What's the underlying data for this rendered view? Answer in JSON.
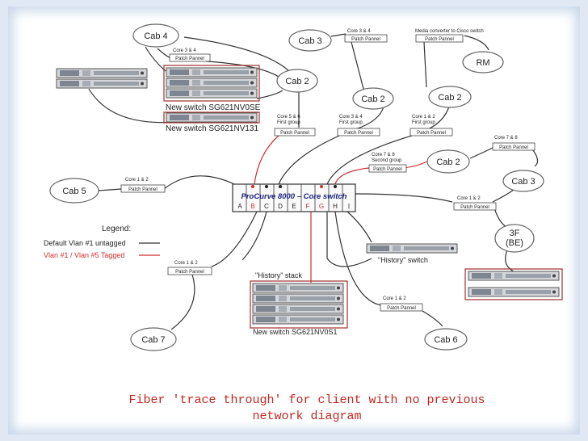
{
  "caption": {
    "line1": "Fiber 'trace through' for client with no previous",
    "line2": "network diagram"
  },
  "colors": {
    "default_vlan": "#333333",
    "tagged_vlan": "#d32f2f",
    "caption": "#c2261f",
    "switch_title": "#1a237e",
    "device_panel": "#a03030"
  },
  "switch": {
    "title": "ProCurve 8000 – Core switch",
    "ports": [
      "A",
      "B",
      "C",
      "D",
      "E",
      "F",
      "G",
      "H",
      "I"
    ]
  },
  "legend": {
    "title": "Legend:",
    "default_label": "Default Vlan #1 untagged",
    "tagged_label": "Vlan #1 / Vlan #5 Tagged"
  },
  "cabs": {
    "cab4": "Cab 4",
    "cab3_top": "Cab 3",
    "rm": "RM",
    "cab2_a": "Cab 2",
    "cab2_b": "Cab 2",
    "cab2_c": "Cab 2",
    "cab2_d": "Cab 2",
    "cab5": "Cab 5",
    "cab3_right": "Cab 3",
    "f3_line1": "3F",
    "f3_line2": "(BE)",
    "cab7": "Cab 7",
    "cab6": "Cab 6"
  },
  "panels": {
    "cab4_core": "Core 3 & 4",
    "cab3_core": "Core 3 & 4",
    "media": "Media converter to Cisco switch",
    "c56_1": "Core 5 & 6",
    "c56_2": "First group",
    "c34_1": "Core 3 & 4",
    "c34_2": "First group",
    "c12_1": "Core 1 & 2",
    "c12_2": "First group",
    "c78_top": "Core 7 & 8",
    "c78s_1": "Core 7 & 8",
    "c78s_2": "Second group",
    "cab5_core": "Core 1 & 2",
    "c12_right": "Core 1 & 2",
    "cab7_core": "Core 1 & 2",
    "cab6_core": "Core 1 & 2",
    "label": "Patch Pannel"
  },
  "labels": {
    "switch_se": "New switch SG621NV0SE",
    "switch_131": "New switch SG621NV131",
    "history_switch": "\"History\" switch",
    "history_stack": "\"History\" stack",
    "switch_s1": "New switch SG621NV0S1"
  }
}
